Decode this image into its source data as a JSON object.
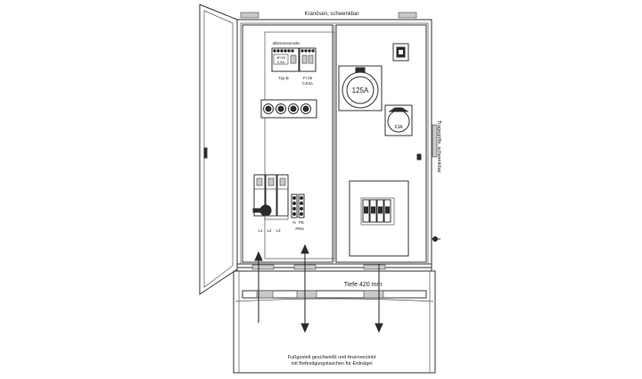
{
  "labels": {
    "kranoesen": "Kranösen, schwenkbar",
    "allstrom": "allstromsensitiv",
    "rcd_rating": "0,5A",
    "rcd_rating_small": "4P/25",
    "typ_b": "Typ B",
    "fi": "FI 25",
    "fi_ma": "0,03A",
    "socket_125": "125A",
    "socket_63": "63A",
    "tragegriffe": "Tragegriffe, schwenkbar",
    "l1": "L1",
    "l2": "L2",
    "l3": "L3",
    "n": "N",
    "pe": "PE",
    "pen": "PEN",
    "tiefe": "Tiefe 420 mm",
    "fuss_line1": "Fußgestell geschweißt und feuerverzinkt",
    "fuss_line2": "mit Befestigungslaschen für Erdnägel"
  }
}
